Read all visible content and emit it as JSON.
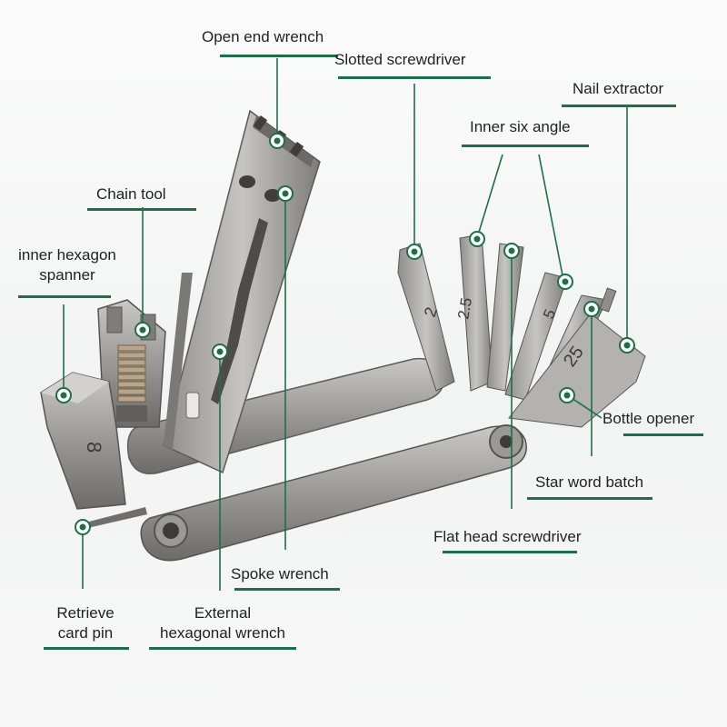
{
  "diagram": {
    "accent_color": "#1f6e4a",
    "tool_digits": {
      "hex_block": "8",
      "bit_a": "2",
      "bit_b": "2.5",
      "bit_c": "5",
      "bit_d": "25"
    },
    "labels": {
      "open_end_wrench": "Open end wrench",
      "slotted_screwdriver": "Slotted screwdriver",
      "nail_extractor": "Nail extractor",
      "inner_six_angle": "Inner six angle",
      "chain_tool": "Chain tool",
      "inner_hexagon_spanner": [
        "inner hexagon",
        "spanner"
      ],
      "bottle_opener": "Bottle opener",
      "star_word_batch": "Star word batch",
      "flat_head_screwdriver": "Flat head screwdriver",
      "spoke_wrench": "Spoke wrench",
      "retrieve_card_pin": [
        "Retrieve",
        "card pin"
      ],
      "external_hexagonal_wrench": [
        "External",
        "hexagonal wrench"
      ]
    }
  }
}
